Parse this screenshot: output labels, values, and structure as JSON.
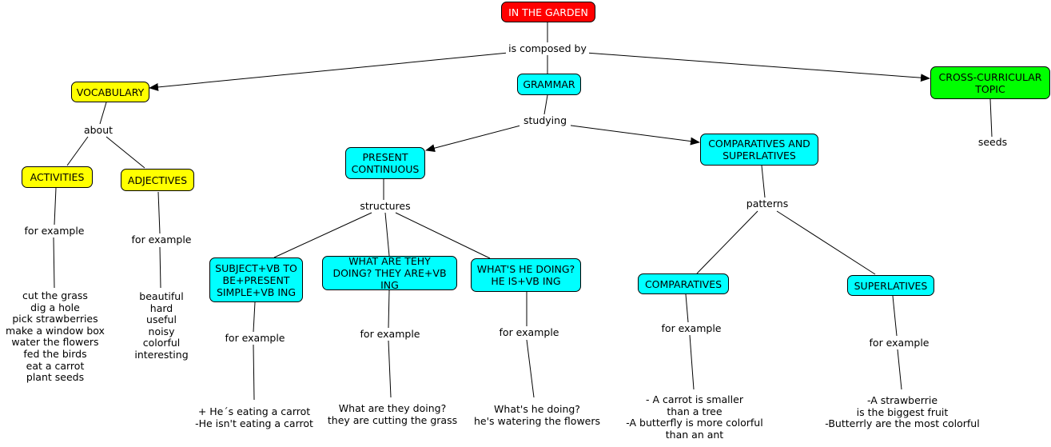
{
  "nodes": {
    "root": "IN THE GARDEN",
    "vocabulary": "VOCABULARY",
    "grammar": "GRAMMAR",
    "cross": "CROSS-CURRICULAR TOPIC",
    "activities": "ACTIVITIES",
    "adjectives": "ADJECTIVES",
    "present_continuous": "PRESENT CONTINUOUS",
    "comp_sup": "COMPARATIVES AND SUPERLATIVES",
    "subject": "SUBJECT+VB TO BE+PRESENT SIMPLE+VB ING",
    "what_are": "WHAT ARE TEHY DOING? THEY ARE+VB ING",
    "whats_he": "WHAT'S HE DOING? HE IS+VB ING",
    "comparatives": "COMPARATIVES",
    "superlatives": "SUPERLATIVES"
  },
  "links": {
    "is_composed_by": "is composed by",
    "about": "about",
    "studying": "studying",
    "structures": "structures",
    "patterns": "patterns",
    "for_example": "for example"
  },
  "examples": {
    "seeds": "seeds",
    "activities": "cut the grass\ndig a hole\npick strawberries\nmake a window box\nwater the flowers\nfed the birds\neat a carrot\nplant seeds",
    "adjectives": "beautiful\nhard\nuseful\nnoisy\ncolorful\ninteresting",
    "subject": "+ He´s eating a carrot\n-He isn't eating a carrot",
    "what_are": "What are they doing?\nthey are cutting the grass",
    "whats_he": "What's he doing?\nhe's watering the flowers",
    "comparatives": "- A carrot is smaller\nthan a tree\n-A butterfly is more colorful\nthan an ant",
    "superlatives": "-A strawberrie\nis the biggest fruit\n-Butterrly are the most colorful"
  },
  "colors": {
    "root": "#ff0000",
    "grammar": "#00ffff",
    "vocabulary": "#ffff00",
    "cross": "#00ff00"
  }
}
